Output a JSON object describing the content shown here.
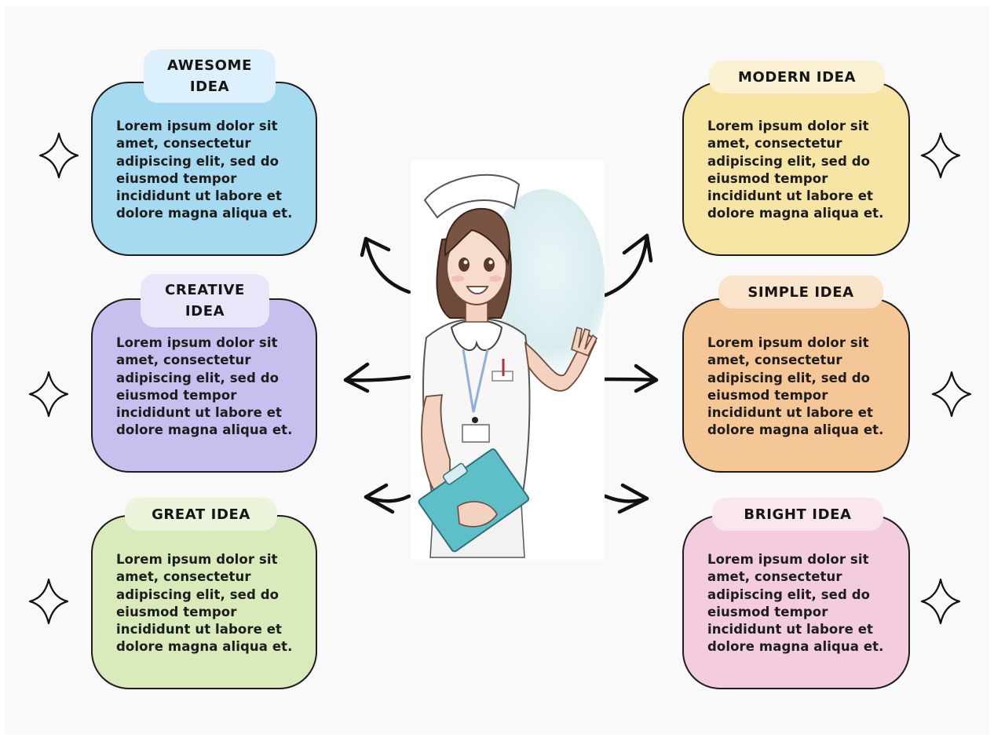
{
  "ideas": {
    "awesome": {
      "title": "AWESOME\nIDEA",
      "body": "Lorem ipsum dolor sit amet, consectetur adipiscing elit, sed do eiusmod tempor incididunt ut labore et dolore magna aliqua et.",
      "fill": "#a6daf0",
      "label_fill": "#dcf1fb"
    },
    "creative": {
      "title": "CREATIVE\nIDEA",
      "body": "Lorem ipsum dolor sit amet, consectetur adipiscing elit, sed do eiusmod tempor incididunt ut labore et dolore magna aliqua et.",
      "fill": "#c6c0ee",
      "label_fill": "#e9e6f9"
    },
    "great": {
      "title": "GREAT IDEA",
      "body": "Lorem ipsum dolor sit amet, consectetur adipiscing elit, sed do eiusmod tempor incididunt ut labore et dolore magna aliqua et.",
      "fill": "#d9eabb",
      "label_fill": "#ecf5dc"
    },
    "modern": {
      "title": "MODERN IDEA",
      "body": "Lorem ipsum dolor sit amet, consectetur adipiscing elit, sed do eiusmod tempor incididunt ut labore et dolore magna aliqua et.",
      "fill": "#f6e5a5",
      "label_fill": "#fbf2d3"
    },
    "simple": {
      "title": "SIMPLE IDEA",
      "body": "Lorem ipsum dolor sit amet, consectetur adipiscing elit, sed do eiusmod tempor incididunt ut labore et dolore magna aliqua et.",
      "fill": "#f6c796",
      "label_fill": "#fbe4cc"
    },
    "bright": {
      "title": "BRIGHT IDEA",
      "body": "Lorem ipsum dolor sit amet, consectetur adipiscing elit, sed do eiusmod tempor incididunt ut labore et dolore magna aliqua et.",
      "fill": "#f3ccdf",
      "label_fill": "#f9e6ef"
    }
  },
  "icons": {
    "center_image": "nurse-illustration-icon",
    "decoration": "sparkle-star-icon",
    "connector": "curved-arrow-icon"
  }
}
